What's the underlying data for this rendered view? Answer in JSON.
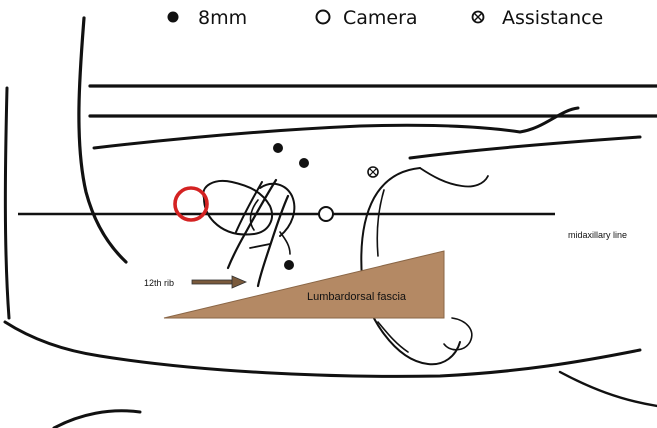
{
  "legend": {
    "items": [
      {
        "label": "8mm",
        "icon": "filled-dot-icon"
      },
      {
        "label": "Camera",
        "icon": "open-circle-icon"
      },
      {
        "label": "Assistance",
        "icon": "crossed-circle-icon"
      }
    ]
  },
  "labels": {
    "midaxillary_line": "midaxillary line",
    "rib": "12th rib",
    "fascia": "Lumbardorsal fascia"
  },
  "colors": {
    "outline": "#111111",
    "fascia_fill": "#b48964",
    "marker_red": "#d42222",
    "background": "#ffffff"
  }
}
